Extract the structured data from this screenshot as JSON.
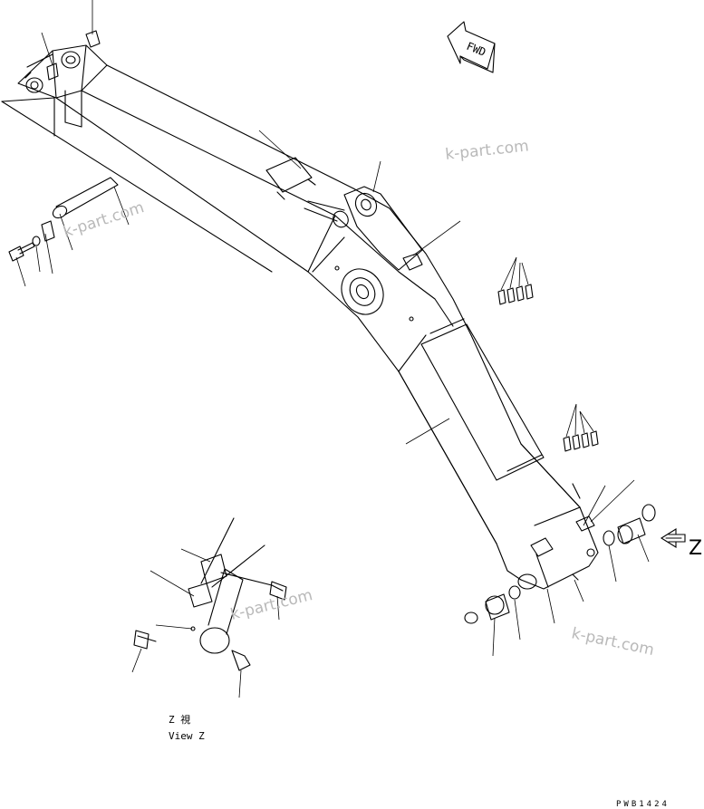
{
  "direction_label": "FWD",
  "view_marker": "Z",
  "view_caption_jp": "Z 視",
  "view_caption_en": "View Z",
  "drawing_code": "PWB1424",
  "watermark_text": "k-part.com",
  "colors": {
    "line": "#000000",
    "watermark": "#b9b9b9",
    "background": "#ffffff"
  }
}
